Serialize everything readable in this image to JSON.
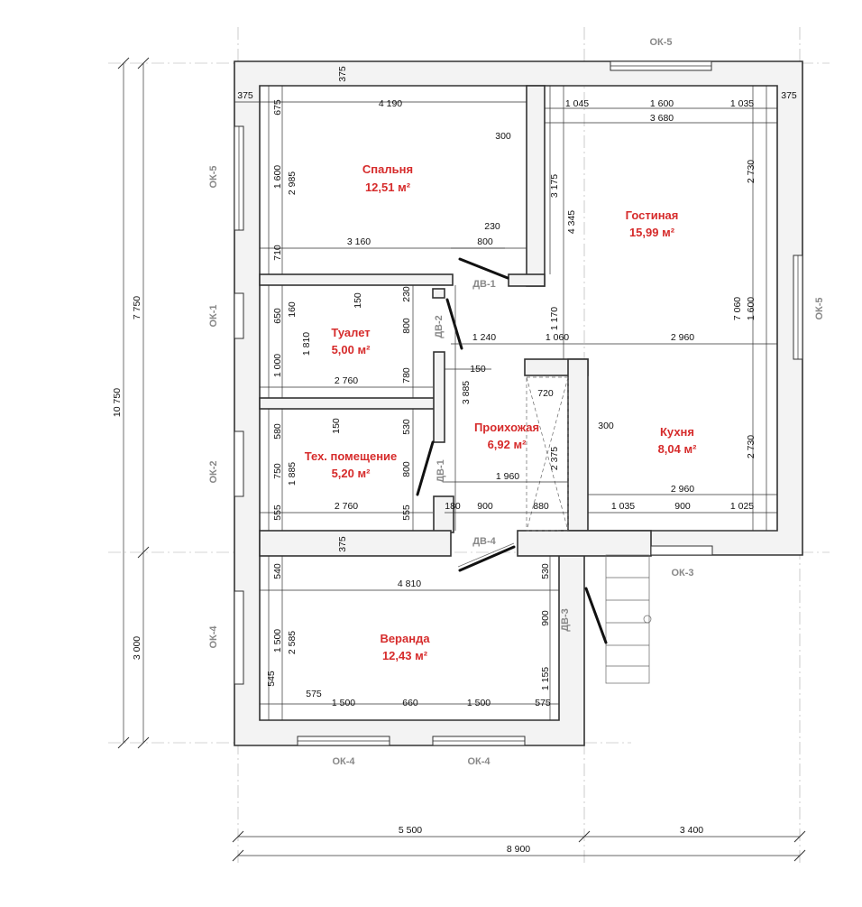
{
  "rooms": [
    {
      "name": "Спальня",
      "area": "12,51 м²"
    },
    {
      "name": "Гостиная",
      "area": "15,99 м²"
    },
    {
      "name": "Туалет",
      "area": "5,00 м²"
    },
    {
      "name": "Проихожая",
      "area": "6,92 м²"
    },
    {
      "name": "Кухня",
      "area": "8,04 м²"
    },
    {
      "name": "Тех. помещение",
      "area": "5,20 м²"
    },
    {
      "name": "Веранда",
      "area": "12,43 м²"
    }
  ],
  "windows": [
    "ОК-5",
    "ОК-5",
    "ОК-5",
    "ОК-1",
    "ОК-2",
    "ОК-4",
    "ОК-3",
    "ОК-4",
    "ОК-4"
  ],
  "doors": [
    "ДВ-1",
    "ДВ-2",
    "ДВ-1",
    "ДВ-4",
    "ДВ-3"
  ],
  "dimensions": {
    "overall": {
      "width": "8 900",
      "height": "10 750",
      "left_part": "5 500",
      "right_part": "3 400",
      "upper": "7 750",
      "lower": "3 000"
    },
    "top_row": [
      "375",
      "375",
      "4 190",
      "1 045",
      "1 600",
      "1 035",
      "375",
      "3 680"
    ],
    "bedroom": [
      "675",
      "1 600",
      "2 985",
      "300",
      "3 175",
      "230",
      "800",
      "710",
      "3 160"
    ],
    "living": [
      "4 345",
      "2 730",
      "7 060",
      "1 600",
      "1 170",
      "1 240",
      "1 060",
      "2 960"
    ],
    "toilet": [
      "650",
      "160",
      "150",
      "230",
      "1 810",
      "800",
      "1 000",
      "780",
      "2 760"
    ],
    "hall": [
      "3 885",
      "150",
      "720",
      "300",
      "2 375",
      "1 960",
      "180",
      "900",
      "880"
    ],
    "kitchen": [
      "2 730",
      "2 960",
      "1 035",
      "900",
      "1 025"
    ],
    "tech": [
      "580",
      "150",
      "530",
      "750",
      "1 885",
      "800",
      "555",
      "2 760",
      "555"
    ],
    "veranda": [
      "375",
      "540",
      "530",
      "4 810",
      "1 500",
      "2 585",
      "900",
      "1 155",
      "545",
      "575",
      "1 500",
      "660",
      "1 500",
      "575"
    ]
  }
}
